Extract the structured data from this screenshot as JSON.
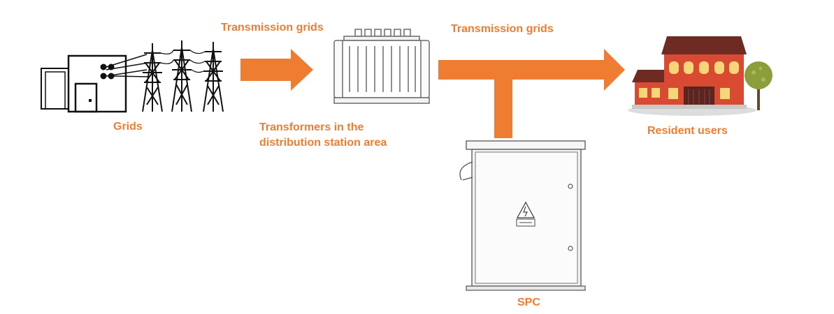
{
  "labels": {
    "grids": "Grids",
    "transmission_grids_1": "Transmission grids",
    "transmission_grids_2": "Transmission grids",
    "transformers_line1": "Transformers in the",
    "transformers_line2": "distribution station area",
    "resident_users": "Resident users",
    "spc": "SPC"
  },
  "colors": {
    "accent": "#ef7d31",
    "house_wall": "#d84a32",
    "house_roof": "#6e2b23",
    "window": "#f5d77a",
    "tree": "#8c9e3c"
  }
}
